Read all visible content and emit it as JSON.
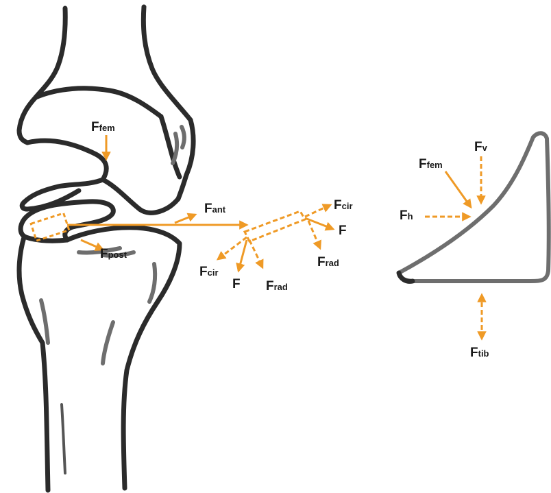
{
  "colors": {
    "force": "#ef9a26",
    "bone": "#2b2b2b"
  },
  "labels": {
    "ffem_left": {
      "main": "F",
      "sub": "fem"
    },
    "fant": {
      "main": "F",
      "sub": "ant"
    },
    "fpost": {
      "main": "F",
      "sub": "post"
    },
    "fcir_upper": {
      "main": "F",
      "sub": "cir"
    },
    "f_upper": {
      "main": "F",
      "sub": ""
    },
    "frad_upper": {
      "main": "F",
      "sub": "rad"
    },
    "fcir_lower": {
      "main": "F",
      "sub": "cir"
    },
    "f_lower": {
      "main": "F",
      "sub": ""
    },
    "frad_lower": {
      "main": "F",
      "sub": "rad"
    },
    "fv": {
      "main": "F",
      "sub": "v"
    },
    "ffem_right": {
      "main": "F",
      "sub": "fem"
    },
    "fh": {
      "main": "F",
      "sub": "h"
    },
    "ftib": {
      "main": "F",
      "sub": "tib"
    }
  }
}
